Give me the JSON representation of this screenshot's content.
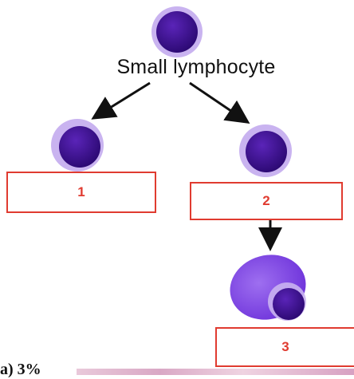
{
  "diagram": {
    "root_label": "Small lymphocyte",
    "labels": [
      "1",
      "2",
      "3"
    ],
    "cut_off_text": "a) 3%"
  },
  "colors": {
    "cell_nucleus": "#3d0f8a",
    "cell_membrane": "#c9b3f0",
    "label_border": "#e03b30",
    "arrow": "#111111"
  }
}
